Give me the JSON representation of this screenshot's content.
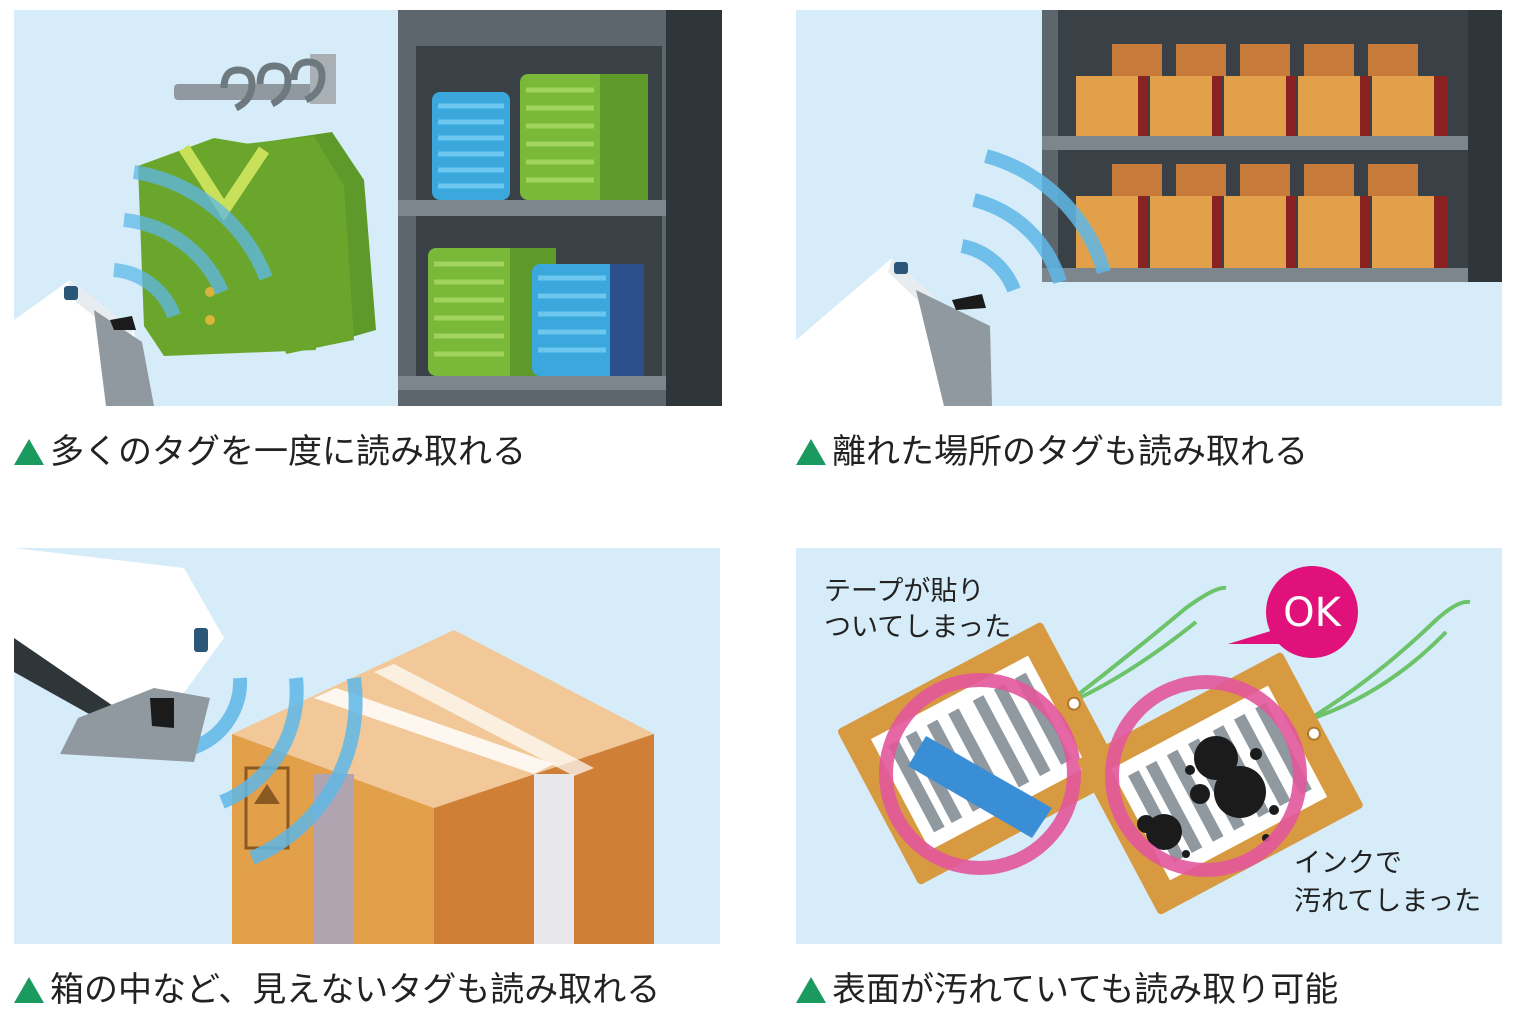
{
  "colors": {
    "sky": "#d6ecf8",
    "shelf_dark": "#3a4146",
    "shelf_frame": "#5d666c",
    "jacket_green": "#6aa62c",
    "towel_blue": "#3aa8dc",
    "towel_green": "#7ab83a",
    "box_orange": "#e2a04a",
    "wave_blue": "#5fb8e8",
    "ring_pink": "#e2579b",
    "ok_magenta": "#e0117a",
    "tag_orange": "#d89a40",
    "caption_triangle": "#1a9a5e",
    "string_green": "#6cc36a"
  },
  "panels": [
    {
      "caption": "多くのタグを一度に読み取れる"
    },
    {
      "caption": "離れた場所のタグも読み取れる"
    },
    {
      "caption": "箱の中など、見えないタグも読み取れる"
    },
    {
      "caption": "表面が汚れていても読み取り可能",
      "note_tape": [
        "テープが貼り",
        "ついてしまった"
      ],
      "note_ink": [
        "インクで",
        "汚れてしまった"
      ],
      "ok_label": "OK"
    }
  ],
  "icons": [
    "rfid-reader-icon",
    "radio-wave-icon",
    "caption-triangle-icon"
  ]
}
